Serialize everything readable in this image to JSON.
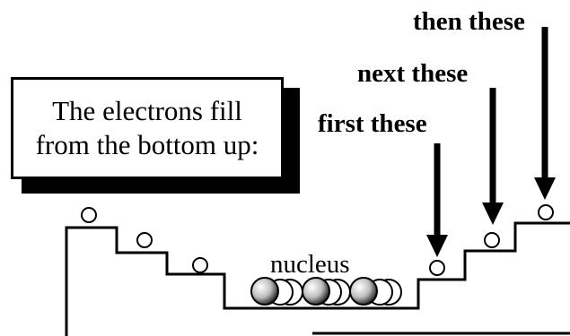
{
  "callout": {
    "line1": "The electrons fill",
    "line2": "from the bottom up:"
  },
  "labels": {
    "first": "first these",
    "next": "next these",
    "then": "then these",
    "nucleus": "nucleus"
  }
}
